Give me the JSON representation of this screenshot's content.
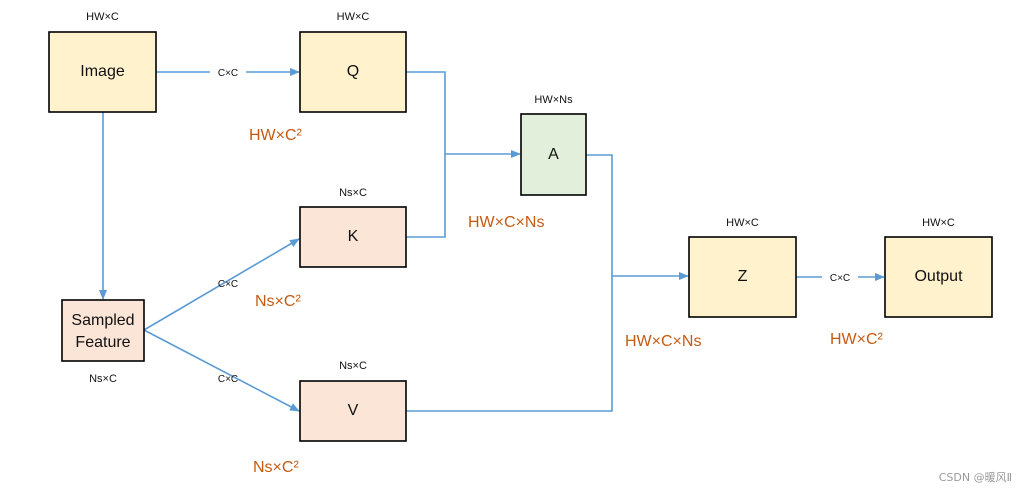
{
  "colors": {
    "yellow_fill": "#fff2cc",
    "peach_fill": "#fbe5d6",
    "green_fill": "#e2efda",
    "edge": "#5b9bd5",
    "cost_text": "#c55a11"
  },
  "nodes": {
    "image": {
      "label": "Image",
      "dim": "HW×C"
    },
    "q": {
      "label": "Q",
      "dim": "HW×C"
    },
    "k": {
      "label": "K",
      "dim": "Ns×C"
    },
    "v": {
      "label": "V",
      "dim": "Ns×C"
    },
    "a": {
      "label": "A",
      "dim": "HW×Ns"
    },
    "z": {
      "label": "Z",
      "dim": "HW×C"
    },
    "output": {
      "label": "Output",
      "dim": "HW×C"
    },
    "sampled": {
      "label_line1": "Sampled",
      "label_line2": "Feature",
      "dim": "Ns×C"
    }
  },
  "edge_labels": {
    "image_to_q": "C×C",
    "sampled_to_k": "C×C",
    "sampled_to_v": "C×C",
    "z_to_output": "C×C"
  },
  "costs": {
    "q": "HW×C²",
    "k": "Ns×C²",
    "v": "Ns×C²",
    "a": "HW×C×Ns",
    "z": "HW×C×Ns",
    "output": "HW×C²"
  },
  "watermark": "CSDN @暖风Ⅱ"
}
